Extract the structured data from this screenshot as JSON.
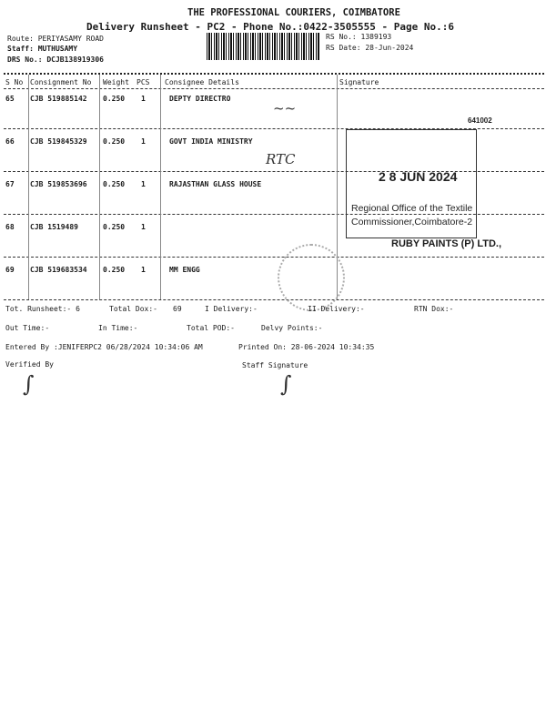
{
  "header": {
    "company": "THE PROFESSIONAL COURIERS, COIMBATORE",
    "subtitle": "Delivery Runsheet - PC2 - Phone No.:0422-3505555 - Page No.:6",
    "route": "Route: PERIYASAMY ROAD",
    "staff": "Staff: MUTHUSAMY",
    "drs": "DRS No.: DCJB138919306",
    "rs_no": "RS No.: 1389193",
    "rs_date": "RS Date: 28-Jun-2024"
  },
  "table": {
    "columns": [
      "S No",
      "Consignment No",
      "Weight",
      "PCS",
      "Consignee Details",
      "Signature"
    ],
    "rows": [
      {
        "sno": "65",
        "cno": "CJB 519885142",
        "weight": "0.250",
        "pcs": "1",
        "consignee": "DEPTY DIRECTRO"
      },
      {
        "sno": "66",
        "cno": "CJB 519845329",
        "weight": "0.250",
        "pcs": "1",
        "consignee": "GOVT INDIA MINISTRY"
      },
      {
        "sno": "67",
        "cno": "CJB 519853696",
        "weight": "0.250",
        "pcs": "1",
        "consignee": "RAJASTHAN GLASS HOUSE"
      },
      {
        "sno": "68",
        "cno": "CJB 1519489",
        "weight": "0.250",
        "pcs": "1",
        "consignee": ""
      },
      {
        "sno": "69",
        "cno": "CJB 519683534",
        "weight": "0.250",
        "pcs": "1",
        "consignee": "MM ENGG"
      }
    ]
  },
  "stamp": {
    "line1": "2 8 JUN 2024",
    "line2": "Regional Office of the Textile",
    "line3": "Commissioner,Coimbatore-2",
    "pin": "641002",
    "company": "RUBY PAINTS (P) LTD.,",
    "handwritten": "RTC"
  },
  "footer": {
    "tot_runsheet": "Tot. Runsheet:- 6",
    "total_dox": "Total Dox:-",
    "total_dox_val": "69",
    "i_delivery": "I Delivery:-",
    "ii_delivery": "II Delivery:-",
    "rtn_dox": "RTN Dox:-",
    "out_time": "Out Time:-",
    "in_time": "In Time:-",
    "total_pod": "Total POD:-",
    "delvy_points": "Delvy Points:-",
    "entered_by": "Entered By :JENIFERPC2 06/28/2024 10:34:06 AM",
    "printed_on": "Printed On: 28-06-2024 10:34:35",
    "verified_by": "Verified By",
    "staff_signature": "Staff Signature"
  }
}
